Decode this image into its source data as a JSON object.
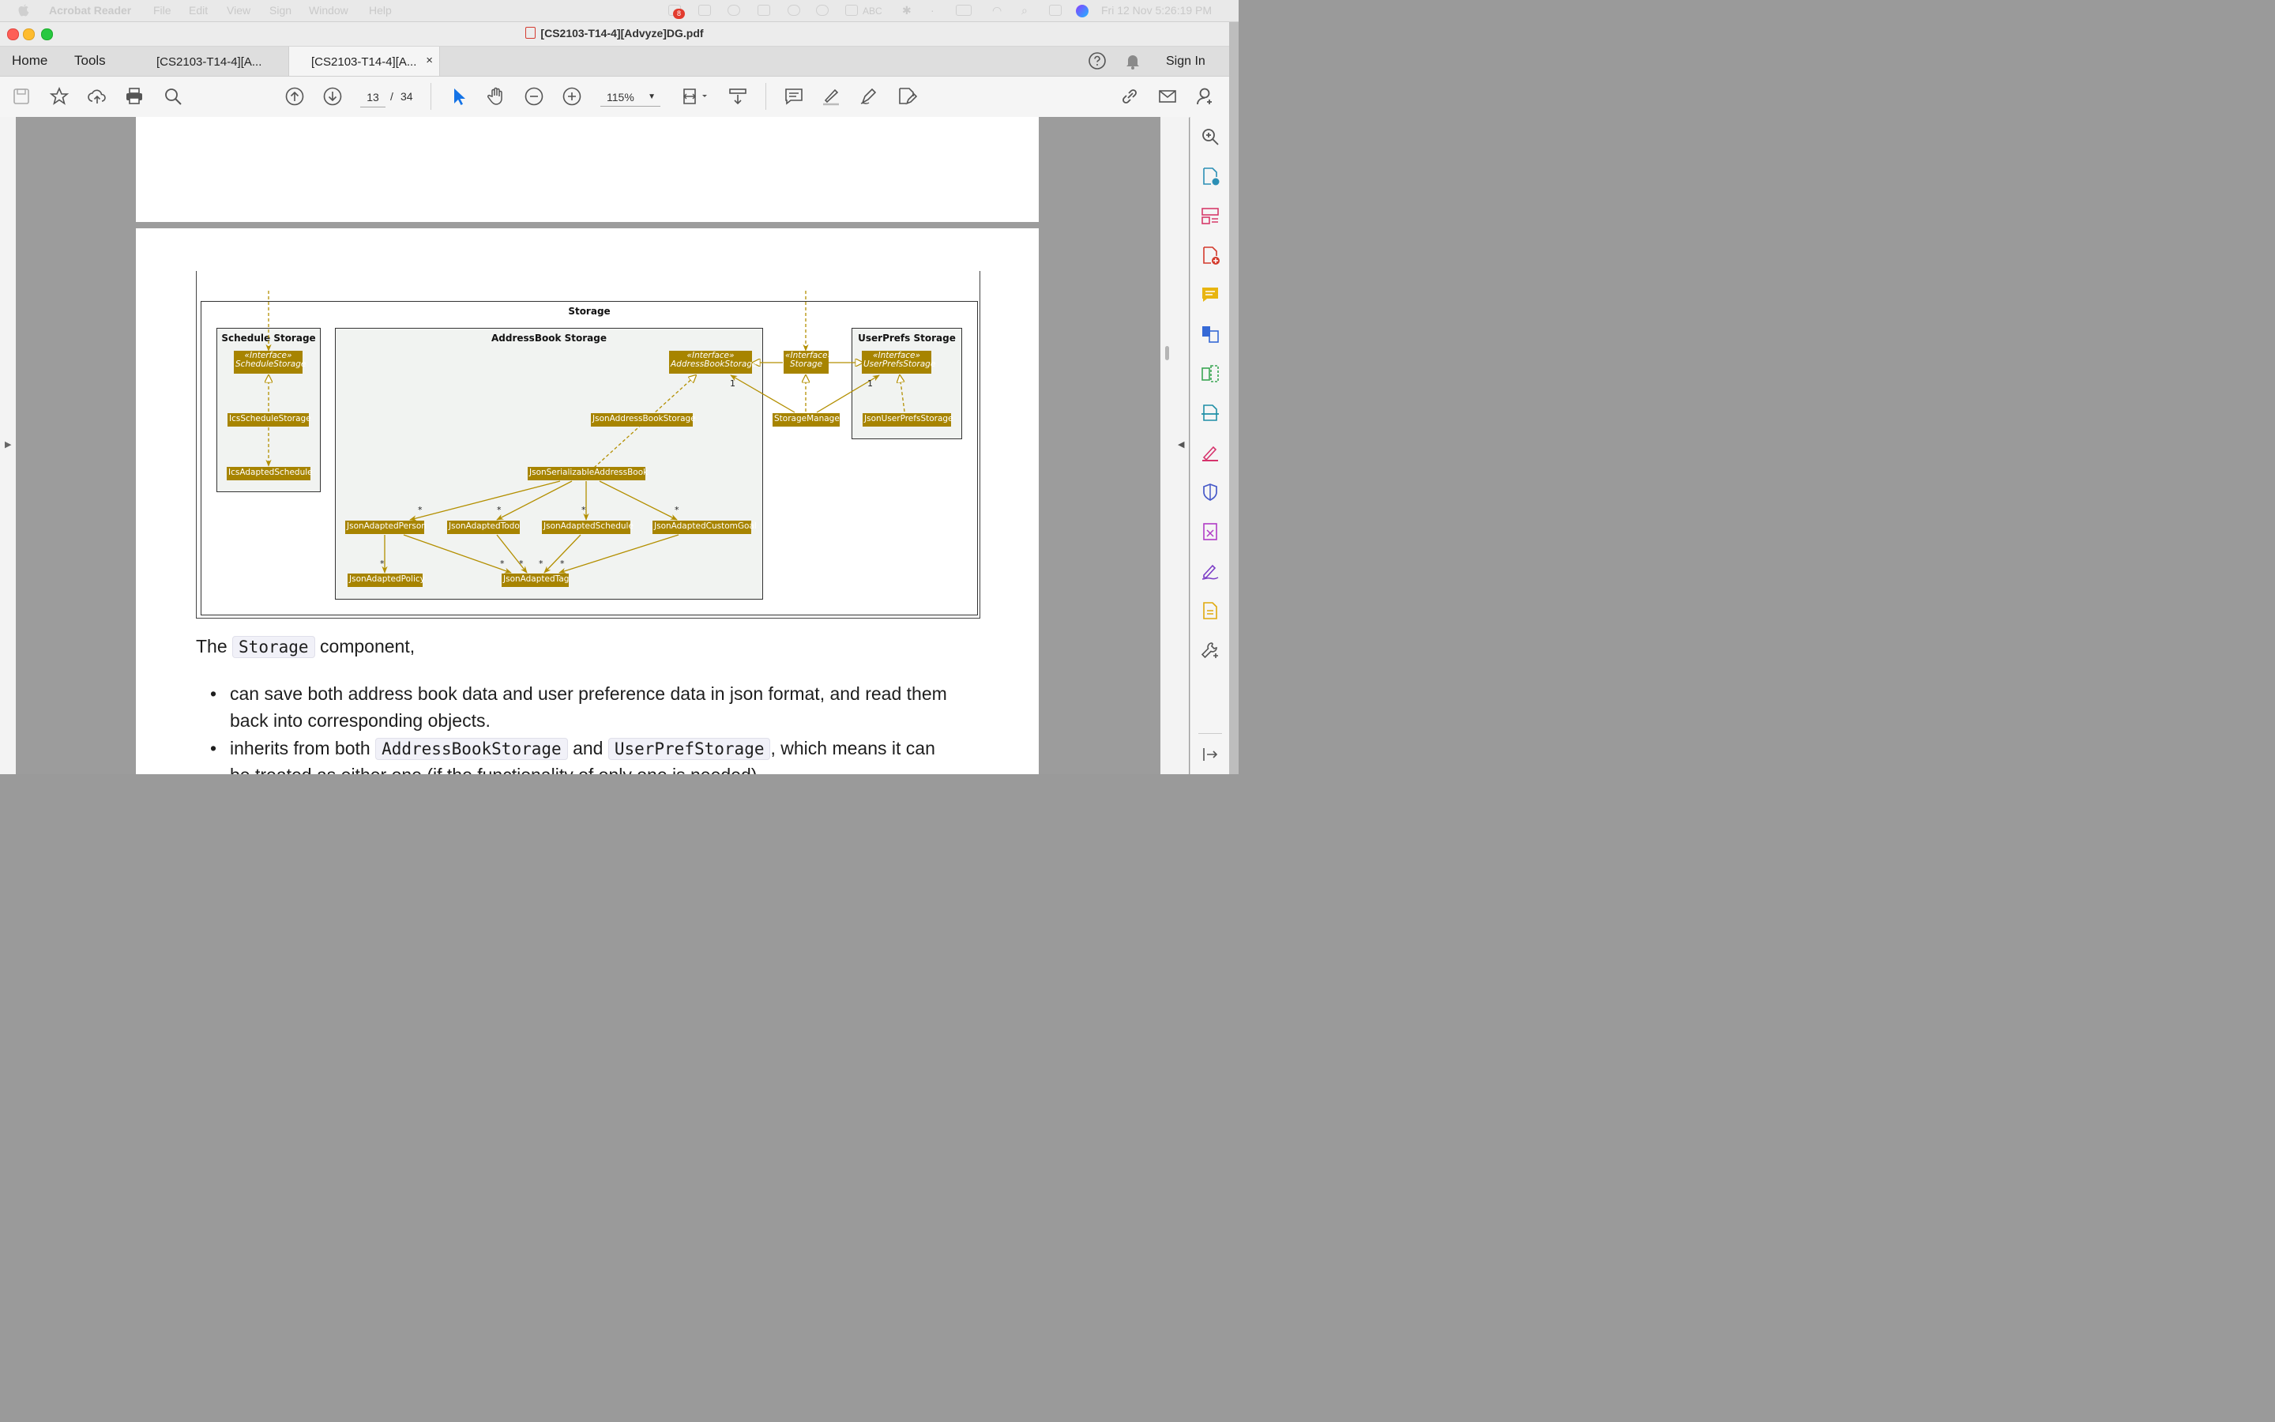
{
  "menubar": {
    "app_name": "Acrobat Reader",
    "items": [
      "File",
      "Edit",
      "View",
      "Sign",
      "Window",
      "Help"
    ],
    "notification_count": "8",
    "input_source": "ABC",
    "clock": "Fri 12 Nov  5:26:19 PM"
  },
  "window": {
    "title": "[CS2103-T14-4][Advyze]DG.pdf"
  },
  "tabs": {
    "home": "Home",
    "tools": "Tools",
    "doc_tabs": [
      {
        "label": "[CS2103-T14-4][A..."
      },
      {
        "label": "[CS2103-T14-4][A..."
      }
    ],
    "close_glyph": "×",
    "sign_in": "Sign In"
  },
  "toolbar": {
    "page_current": "13",
    "page_separator": "/",
    "page_total": "34",
    "zoom": "115%"
  },
  "diagram": {
    "outer_title": "Storage",
    "packages": {
      "schedule": "Schedule Storage",
      "addressbook": "AddressBook Storage",
      "userprefs": "UserPrefs Storage"
    },
    "interface_stereotype": "«Interface»",
    "classes": {
      "schedule_storage": "ScheduleStorage",
      "ics_schedule_storage": "IcsScheduleStorage",
      "ics_adapted_schedule": "IcsAdaptedSchedule",
      "address_book_storage": "AddressBookStorage",
      "storage": "Storage",
      "user_prefs_storage": "UserPrefsStorage",
      "json_address_book_storage": "JsonAddressBookStorage",
      "storage_manager": "StorageManager",
      "json_user_prefs_storage": "JsonUserPrefsStorage",
      "json_serializable_address_book": "JsonSerializableAddressBook",
      "json_adapted_person": "JsonAdaptedPerson",
      "json_adapted_todo": "JsonAdaptedTodo",
      "json_adapted_schedule": "JsonAdaptedSchedule",
      "json_adapted_custom_goal": "JsonAdaptedCustomGoal",
      "json_adapted_policy": "JsonAdaptedPolicy",
      "json_adapted_tag": "JsonAdaptedTag"
    },
    "multiplicities": {
      "one": "1",
      "many": "*"
    },
    "class_fill": "#a78400",
    "link_color": "#b38f00"
  },
  "content": {
    "p1_before": "The",
    "p1_code": "Storage",
    "p1_after": "component,",
    "bullet_glyph": "•",
    "b1_line1": "can save both address book data and user preference data in json format, and read them",
    "b1_line2": "back into corresponding objects.",
    "b2_before": "inherits from both",
    "b2_code1": "AddressBookStorage",
    "b2_mid": "and",
    "b2_code2": "UserPrefStorage",
    "b2_after": ", which means it can",
    "b2_line2": "be treated as either one (if the functionality of only one is needed)."
  }
}
